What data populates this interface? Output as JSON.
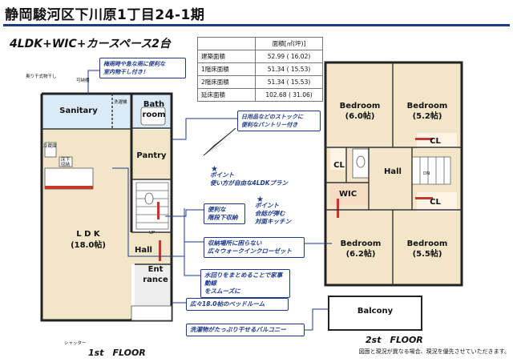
{
  "header": {
    "title": "静岡駿河区下川原1丁目24-1期",
    "subtitle": "4LDK+WIC+カースペース2台"
  },
  "area_table": {
    "header_value": "面積[㎡(坪)]",
    "rows": [
      {
        "label": "建築面積",
        "value": "52.99 ( 16.02)"
      },
      {
        "label": "1階床面積",
        "value": "51.34 ( 15.53)"
      },
      {
        "label": "2階床面積",
        "value": "51.34 ( 15.53)"
      },
      {
        "label": "延床面積",
        "value": "102.68 ( 31.06)"
      }
    ]
  },
  "floor1": {
    "label": "1st　FLOOR",
    "rooms": {
      "sanitary": "Sanitary",
      "bath": "Bath\nroom",
      "pantry": "Pantry",
      "ldk": "L D K",
      "ldk_size": "(18.0帖)",
      "hall": "Hall",
      "entrance": "Ent\nrance"
    },
    "small": {
      "dryer": "奥り干式物干し",
      "washer_space": "可納棚",
      "laundry": "洗濯機",
      "fridge": "冷蔵庫",
      "floor_storage": "床下\n収納",
      "up": "UP",
      "shutter": "シャッター"
    }
  },
  "floor2": {
    "label": "2st　FLOOR",
    "rooms": {
      "bed1": "Bedroom\n(6.0帖)",
      "bed2": "Bedroom\n(5.2帖)",
      "bed3": "Bedroom\n(6.2帖)",
      "bed4": "Bedroom\n(5.5帖)",
      "hall": "Hall",
      "wic": "WIC",
      "cl": "CL",
      "balcony": "Balcony",
      "dn": "DN"
    }
  },
  "callouts": {
    "drying": "梅雨時や急な雨に便利な\n室内物干し付き！",
    "pantry": "日用品などのストックに\n便利なパントリー付き",
    "point1": "ポイント\n使い方が自由な4LDKプラン",
    "stair_storage": "便利な\n階段下収納",
    "point2": "ポイント\n会話が弾む\n対面キッチン",
    "wic": "収納場所に困らない\n広々ウォークインクローゼット",
    "flow": "水回りをまとめることで家事動線\nをスムーズに",
    "ldk": "広々18.0帖のベッドルーム",
    "balcony": "洗濯物がたっぷり干せるバルコニー"
  },
  "footer_note": "図面と現況が異なる場合、現況を優先させていただきます。",
  "colors": {
    "accent": "#1e3a8a",
    "wall": "#222222",
    "wic_fill": "#f6dcc4",
    "sanitary_fill": "#dbeaf7",
    "kitchen_red": "#c0392b",
    "floor_wood": "#f3e6c8"
  }
}
